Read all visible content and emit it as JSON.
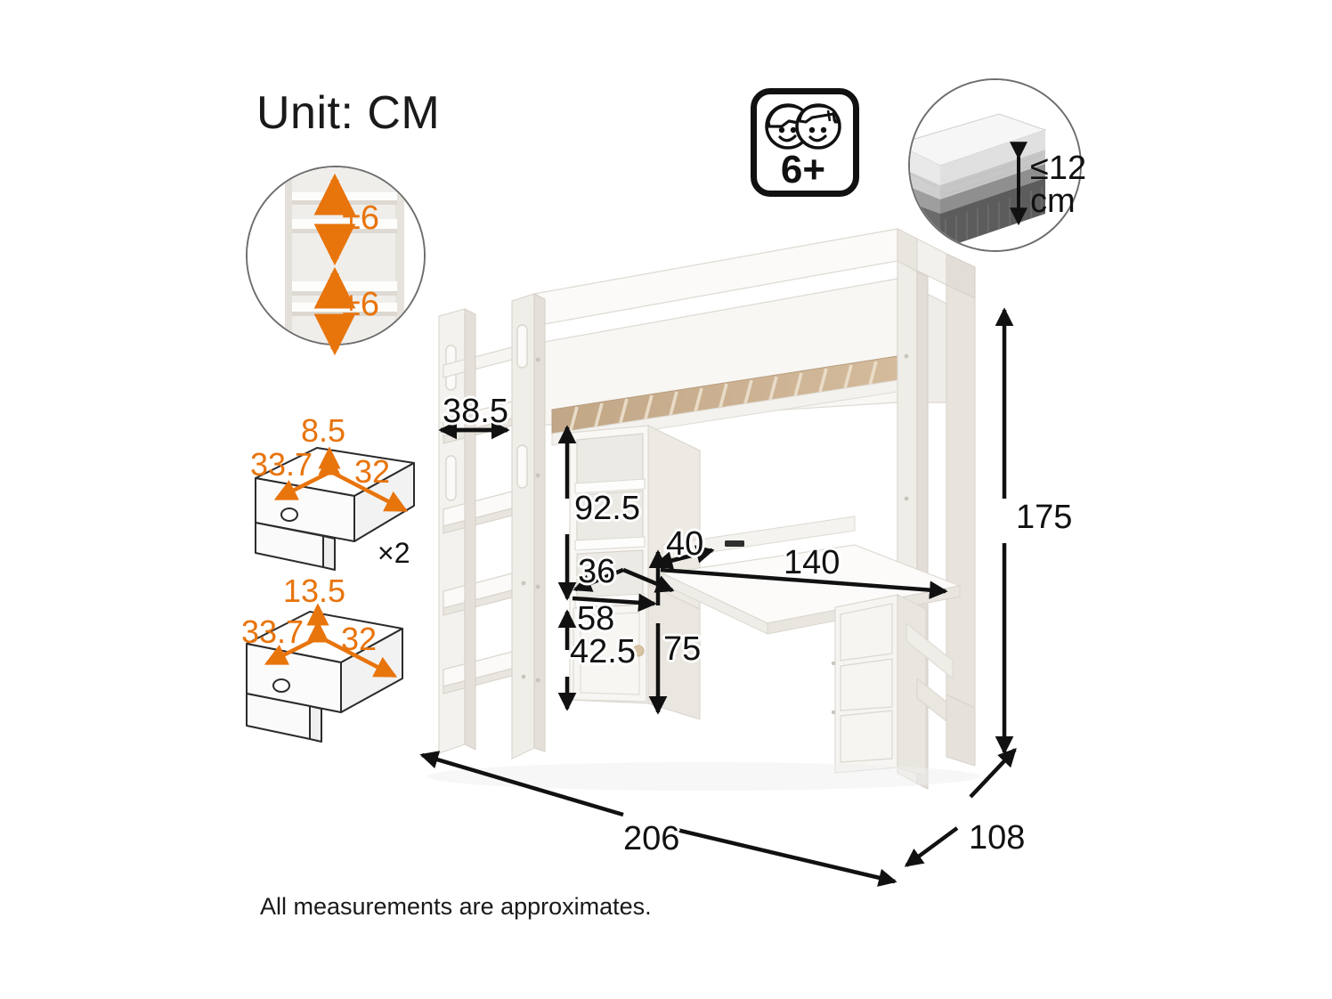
{
  "page": {
    "unit_title": "Unit: CM",
    "footnote": "All measurements are approximates.",
    "accent_color": "#e8740c",
    "line_color": "#111111",
    "furniture_color": "#f2f0ec",
    "slat_color": "#c9b291"
  },
  "badges": {
    "age": {
      "name": "age-recommendation-badge",
      "label": "6+"
    },
    "mattress": {
      "name": "mattress-thickness-callout",
      "line1": "≤12",
      "line2": "cm"
    },
    "shelf_adjust": {
      "name": "adjustable-shelf-callout",
      "label_top": "±6",
      "label_bottom": "±6"
    }
  },
  "drawers": [
    {
      "name": "shallow-drawer",
      "height": "8.5",
      "depth": "33.7",
      "width": "32",
      "quantity": "×2"
    },
    {
      "name": "deep-drawer",
      "height": "13.5",
      "depth": "33.7",
      "width": "32",
      "quantity": ""
    }
  ],
  "dimensions": {
    "ladder_width": "38.5",
    "shelf_height": "92.5",
    "shelf_depth": "36",
    "shelf_width": "58",
    "cabinet_height": "42.5",
    "desk_depth": "40",
    "desk_width": "140",
    "desk_height": "75",
    "total_height": "175",
    "total_length": "206",
    "total_depth": "108"
  }
}
